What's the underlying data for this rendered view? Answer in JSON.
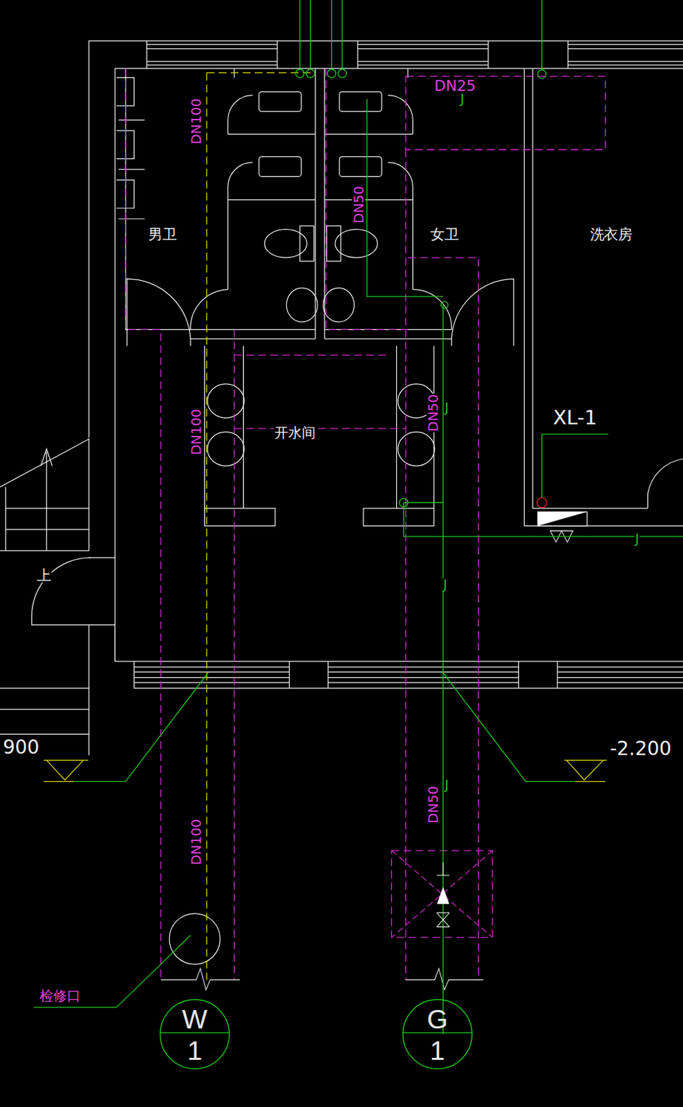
{
  "diagram": {
    "nodes": [
      {
        "text": [
          "W",
          "1"
        ]
      },
      {
        "text": [
          "G",
          "1"
        ]
      }
    ],
    "labels": [
      "DN100",
      "DN25",
      "DN50",
      "男卫",
      "女卫",
      "洗衣房",
      "DN100",
      "开水间",
      "DN50",
      "XL-1",
      "上",
      "900",
      "-2.200",
      "DN100",
      "DN50",
      "检修口",
      "J",
      "J",
      "J",
      "J",
      "J"
    ]
  }
}
